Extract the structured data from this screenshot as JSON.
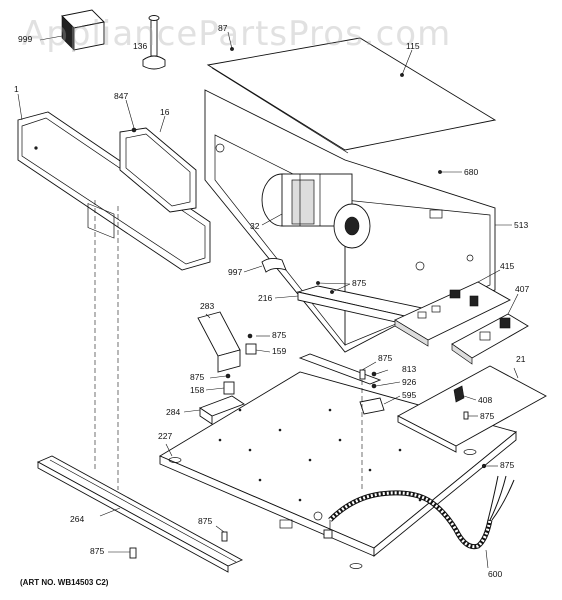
{
  "watermark": "AppliancePartsPros.com",
  "art_number": "(ART NO. WB14503 C2)",
  "callouts": [
    {
      "id": "c999",
      "text": "999"
    },
    {
      "id": "c136",
      "text": "136"
    },
    {
      "id": "c87",
      "text": "87"
    },
    {
      "id": "c115",
      "text": "115"
    },
    {
      "id": "c1",
      "text": "1"
    },
    {
      "id": "c847",
      "text": "847"
    },
    {
      "id": "c16",
      "text": "16"
    },
    {
      "id": "c680",
      "text": "680"
    },
    {
      "id": "c513",
      "text": "513"
    },
    {
      "id": "c32",
      "text": "32"
    },
    {
      "id": "c997",
      "text": "997"
    },
    {
      "id": "c875a",
      "text": "875"
    },
    {
      "id": "c216",
      "text": "216"
    },
    {
      "id": "c415",
      "text": "415"
    },
    {
      "id": "c407",
      "text": "407"
    },
    {
      "id": "c283",
      "text": "283"
    },
    {
      "id": "c875b",
      "text": "875"
    },
    {
      "id": "c159",
      "text": "159"
    },
    {
      "id": "c875c",
      "text": "875"
    },
    {
      "id": "c813",
      "text": "813"
    },
    {
      "id": "c21",
      "text": "21"
    },
    {
      "id": "c875d",
      "text": "875"
    },
    {
      "id": "c926",
      "text": "926"
    },
    {
      "id": "c158",
      "text": "158"
    },
    {
      "id": "c595",
      "text": "595"
    },
    {
      "id": "c408",
      "text": "408"
    },
    {
      "id": "c875e",
      "text": "875"
    },
    {
      "id": "c284",
      "text": "284"
    },
    {
      "id": "c227",
      "text": "227"
    },
    {
      "id": "c875f",
      "text": "875"
    },
    {
      "id": "c264",
      "text": "264"
    },
    {
      "id": "c875g",
      "text": "875"
    },
    {
      "id": "c875h",
      "text": "875"
    },
    {
      "id": "c600",
      "text": "600"
    }
  ]
}
